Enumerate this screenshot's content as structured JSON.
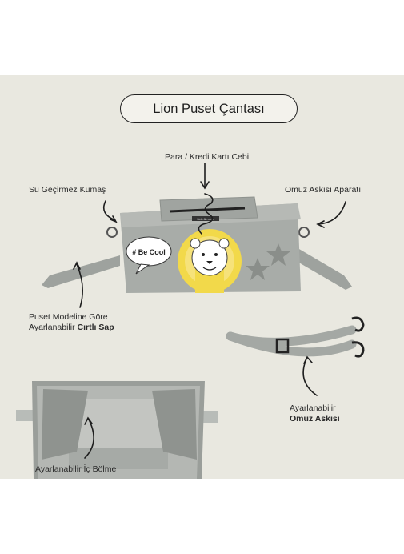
{
  "title": "Lion Puset Çantası",
  "labels": {
    "card_pocket": "Para / Kredi Kartı Cebi",
    "waterproof": "Su Geçirmez Kumaş",
    "shoulder_attachment": "Omuz Askısı Aparatı",
    "velcro_line1": "Puset Modeline Göre",
    "velcro_line2_regular": "Ayarlanabilir ",
    "velcro_line2_bold": "Cırtlı Sap",
    "strap_line1": "Ayarlanabilir",
    "strap_line2_bold": "Omuz Askısı",
    "divider": "Ayarlanabilir İç Bölme"
  },
  "product": {
    "brand_tag": "kids & more",
    "speech_bubble": "# Be Cool",
    "bag_color": "#a3a7a3",
    "lion_yellow": "#f2d94a",
    "background_color": "#e9e8e0"
  }
}
